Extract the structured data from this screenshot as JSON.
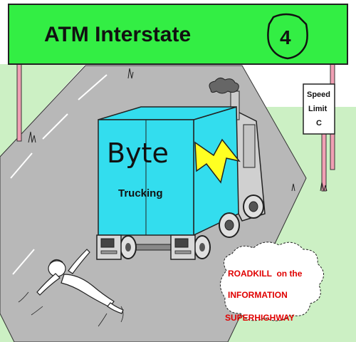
{
  "sign": {
    "title": "ATM Interstate",
    "route_number": "4",
    "color": "#33ee44"
  },
  "speed_sign": {
    "line1": "Speed",
    "line2": "Limit",
    "line3": "C"
  },
  "truck": {
    "brand": "Byte",
    "subtitle": "Trucking",
    "cargo_color": "#33ddee",
    "bolt_color": "#ffff22"
  },
  "caption": {
    "line1": "ROADKILL  on the",
    "line2": "INFORMATION",
    "line3": "SUPERHIGHWAY",
    "color": "#e00000"
  },
  "colors": {
    "grass": "#ccf0c4",
    "road": "#b8b8b8",
    "sign_post": "#f0a0b4"
  }
}
